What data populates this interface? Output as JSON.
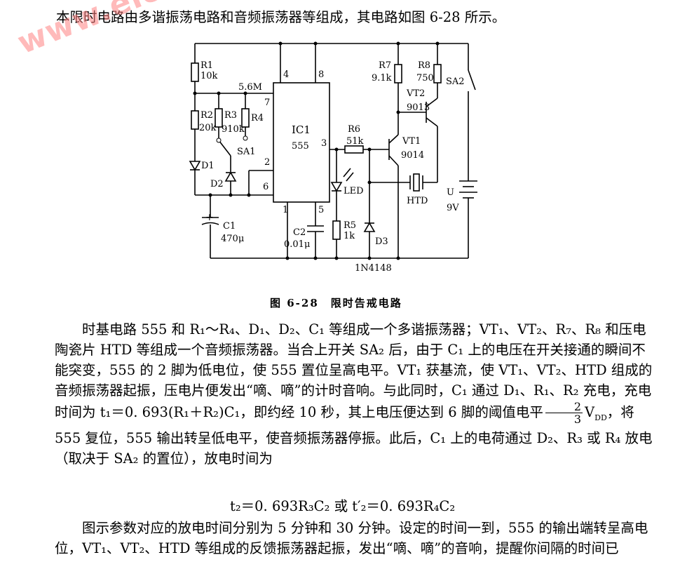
{
  "intro": "本限时电路由多谐振荡电路和音频振荡器等组成，其电路如图 6-28 所示。",
  "figure": {
    "caption": "图 6-28　限时告戒电路",
    "labels": {
      "r1": "R1",
      "r1v": "10k",
      "r2": "R2",
      "r2v": "20k",
      "r3": "R3",
      "r3v": "910k",
      "r4": "R4",
      "r4v": "5.6M",
      "d1": "D1",
      "d2": "D2",
      "sa1": "SA1",
      "c1": "C1",
      "c1v": "470μ",
      "c2": "C2",
      "c2v": "0.01μ",
      "ic1": "IC1",
      "ic1v": "555",
      "p4": "4",
      "p8": "8",
      "p7": "7",
      "p2": "2",
      "p6": "6",
      "p1": "1",
      "p5": "5",
      "p3": "3",
      "r6": "R6",
      "r6v": "51k",
      "led": "LED",
      "r5": "R5",
      "r5v": "1k",
      "d3": "D3",
      "d3v": "1N4148",
      "r7": "R7",
      "r7v": "9.1k",
      "r8": "R8",
      "r8v": "750",
      "vt2": "VT2",
      "vt2v": "9013",
      "vt1": "VT1",
      "vt1v": "9014",
      "sa2": "SA2",
      "htd": "HTD",
      "u": "U",
      "uv": "9V"
    }
  },
  "p1": "时基电路 555 和 R₁～R₄、D₁、D₂、C₁ 等组成一个多谐振荡器；VT₁、VT₂、R₇、R₈ 和压电陶瓷片 HTD 等组成一个音频振荡器。当合上开关 SA₂ 后，由于 C₁ 上的电压在开关接通的瞬间不能突变，555 的 2 脚为低电位，使 555 置位呈高电平。VT₁ 获基流，使 VT₁、VT₂、HTD 组成的音频振荡器起振，压电片便发出“嘀、嘀”的计时音响。与此同时，C₁ 通过 D₁、R₁、R₂ 充电，充电时间为 t₁＝0. 693(R₁＋R₂)C₁，即约经 10 秒，其上电压便达到 6 脚的阈值电平",
  "frac_num": "2",
  "frac_den": "3",
  "vdd": "V",
  "vdd_sub": "DD",
  "p1b": "，将 555 复位，555 输出转呈低电平，使音频振荡器停振。此后，C₁ 上的电荷通过 D₂、R₃ 或 R₄ 放电（取决于 SA₂ 的置位），放电时间为",
  "formula": "t₂＝0. 693R₃C₂ 或 t′₂＝0. 693R₄C₂",
  "p2": "图示参数对应的放电时间分别为 5 分钟和 30 分钟。设定的时间一到，555 的输出端转呈高电位，VT₁、VT₂、HTD 等组成的反馈振荡器起振，发出“嘀、嘀”的音响，提醒你间隔的时间已",
  "watermark": "www.elecfans.com"
}
